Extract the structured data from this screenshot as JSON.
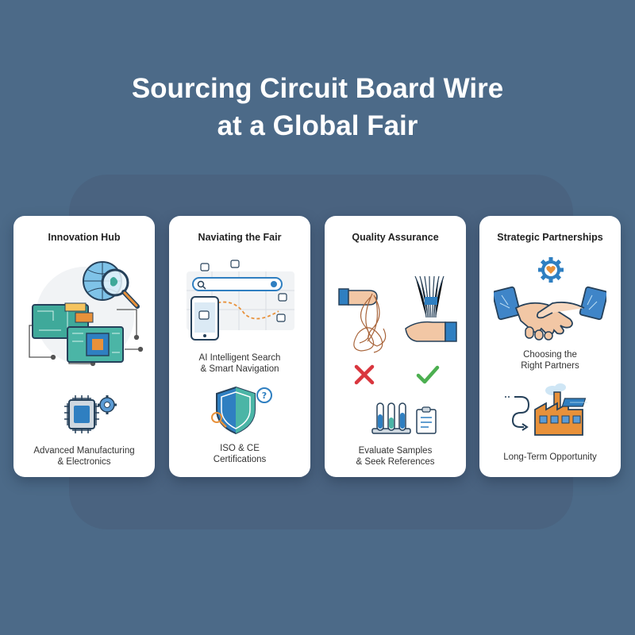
{
  "title": {
    "line1": "Sourcing Circuit Board Wire",
    "line2": "at a Global Fair"
  },
  "cards": [
    {
      "title": "Innovation Hub",
      "icons": [
        "globe-circuit-icon",
        "magnifier-icon",
        "circuit-board-icon",
        "chip-gear-icon"
      ],
      "captions": [
        {
          "line1": "Advanced Manufacturing",
          "line2": "& Electronics"
        }
      ]
    },
    {
      "title": "Naviating the Fair",
      "icons": [
        "search-bar-icon",
        "smartphone-map-icon",
        "shield-check-icon"
      ],
      "captions": [
        {
          "line1": "AI Intelligent Search",
          "line2": "& Smart Navigation"
        },
        {
          "line1": "ISO & CE",
          "line2": "Certifications"
        }
      ]
    },
    {
      "title": "Quality Assurance",
      "icons": [
        "hand-tangled-wire-icon",
        "hand-straight-wire-icon",
        "cross-mark-icon",
        "check-mark-icon",
        "test-tubes-icon",
        "clipboard-icon"
      ],
      "captions": [
        {
          "line1": "Evaluate Samples",
          "line2": "& Seek References"
        }
      ]
    },
    {
      "title": "Strategic Partnerships",
      "icons": [
        "heart-gear-icon",
        "handshake-icon",
        "factory-icon"
      ],
      "captions": [
        {
          "line1": "Choosing the",
          "line2": "Right Partners"
        },
        {
          "line1": "Long-Term Opportunity",
          "line2": ""
        }
      ]
    }
  ],
  "colors": {
    "background": "#4c6a88",
    "backdrop": "#4a6380",
    "card": "#ffffff",
    "pcb_green": "#3fa99a",
    "accent_blue": "#2f7fc1",
    "accent_orange": "#e8913a",
    "wire_copper": "#a8643a",
    "cross_red": "#d9363e",
    "check_green": "#4caf50"
  }
}
